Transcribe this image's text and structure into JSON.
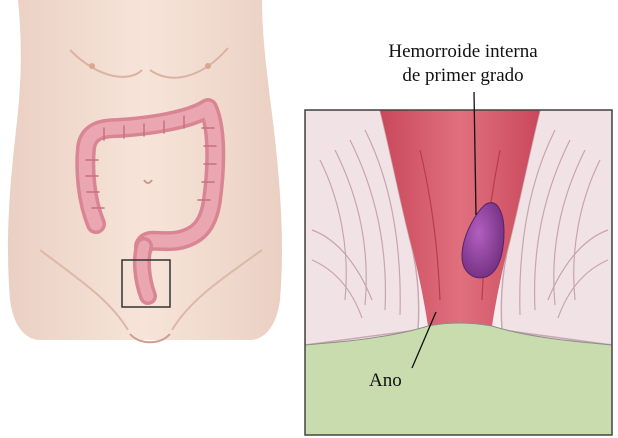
{
  "labels": {
    "hemorrhoid_line1": "Hemorroide interna",
    "hemorrhoid_line2": "de primer grado",
    "anus": "Ano"
  },
  "colors": {
    "skin": "#f4ddd0",
    "skin_shadow": "#e6bfae",
    "colon": "#e59aa6",
    "rectum_red": "#d9586a",
    "hemorrhoid": "#8c3f99",
    "tissue": "#efe3e6",
    "ground_green": "#c9dcae",
    "frame": "#444444"
  }
}
